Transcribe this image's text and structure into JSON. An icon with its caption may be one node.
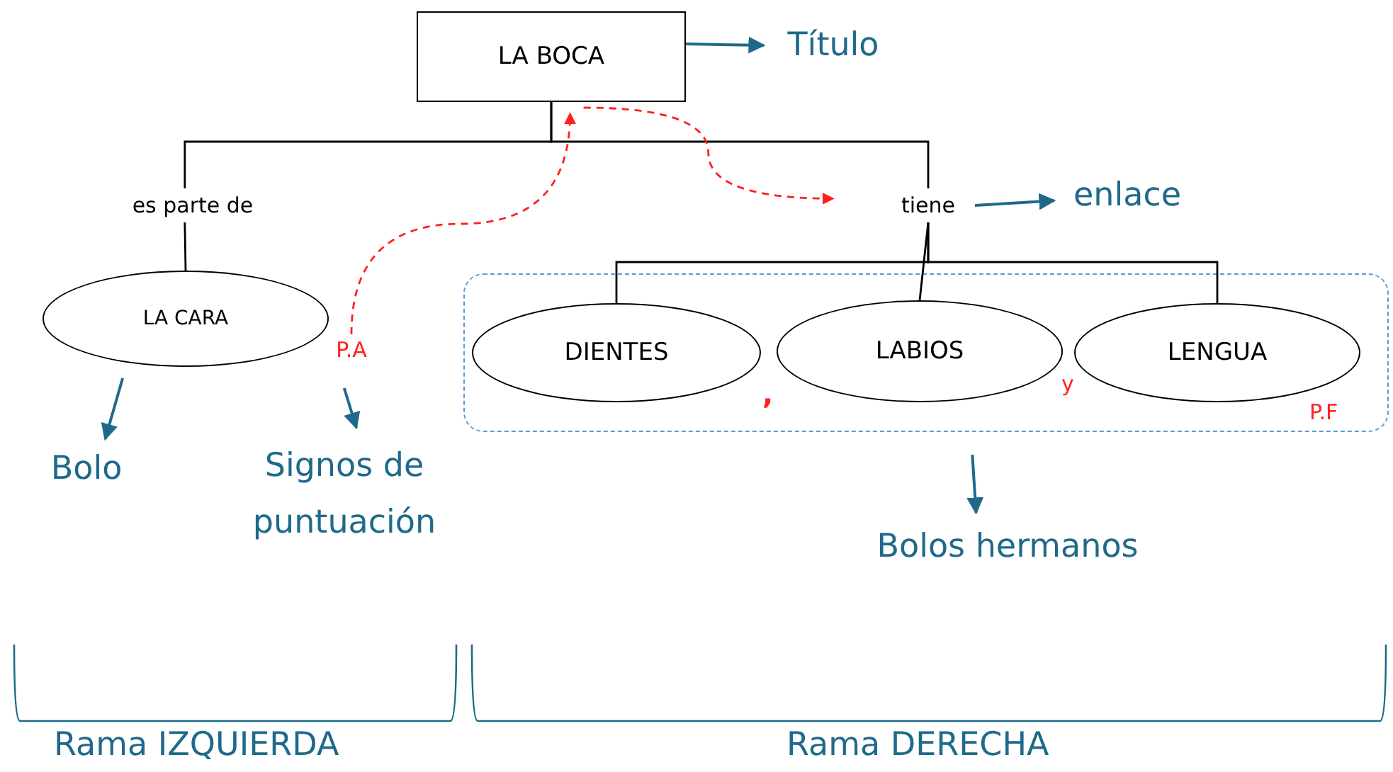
{
  "diagram": {
    "nodes": [
      {
        "text": [
          "LA BOCA"
        ]
      },
      {
        "text": [
          "Título"
        ]
      },
      {
        "text": [
          "es parte de"
        ]
      },
      {
        "text": [
          "tiene"
        ]
      },
      {
        "text": [
          "enlace"
        ]
      },
      {
        "text": [
          "LA CARA"
        ]
      },
      {
        "text": [
          "P.A"
        ]
      },
      {
        "text": [
          "Bolo"
        ]
      },
      {
        "text": [
          "Signos de puntuación"
        ]
      },
      {
        "text": [],
        "shape": "box"
      },
      {
        "text": [
          "DIENTES"
        ],
        "in": 9
      },
      {
        "text": [
          "LABIOS"
        ],
        "in": 9
      },
      {
        "text": [
          "LENGUA"
        ],
        "in": 9,
        "beside": [
          "P.F"
        ]
      },
      {
        "text": [
          "Bolos hermanos"
        ]
      }
    ],
    "edges": [
      {
        "from": 0,
        "to": 1,
        "arrow": "to",
        "color": "#1f6a8a"
      },
      {
        "from": 0,
        "to": 2,
        "arrow": "none"
      },
      {
        "from": 0,
        "to": 3,
        "arrow": "none"
      },
      {
        "from": 2,
        "to": 5,
        "arrow": "none"
      },
      {
        "from": 3,
        "to": 10,
        "arrow": "none"
      },
      {
        "from": 3,
        "to": 11,
        "arrow": "none"
      },
      {
        "from": 3,
        "to": 12,
        "arrow": "none"
      },
      {
        "from": 3,
        "to": 4,
        "arrow": "to",
        "color": "#1f6a8a"
      },
      {
        "from": 5,
        "to": 7,
        "arrow": "to",
        "color": "#1f6a8a"
      },
      {
        "from": 6,
        "to": 8,
        "arrow": "to",
        "color": "#1f6a8a"
      },
      {
        "from": 6,
        "to": 0,
        "arrow": "to",
        "style": "dashed",
        "color": "#ff2020"
      },
      {
        "from": 0,
        "to": 3,
        "arrow": "to",
        "style": "dashed",
        "color": "#ff2020"
      },
      {
        "from": 9,
        "to": 13,
        "arrow": "to",
        "color": "#1f6a8a"
      }
    ],
    "labels": [
      ",",
      "y",
      "Rama IZQUIERDA",
      "Rama DERECHA"
    ]
  }
}
